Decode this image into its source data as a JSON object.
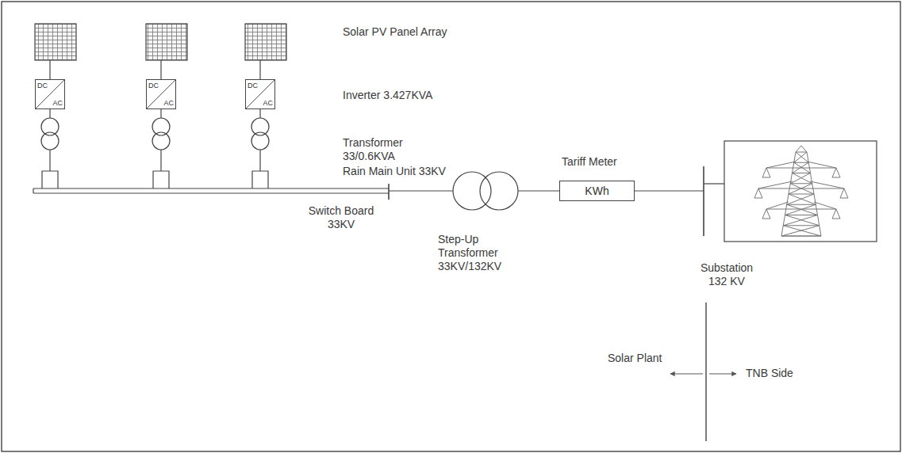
{
  "diagram": {
    "nodes": [
      {
        "text": [
          "DC",
          "AC"
        ]
      },
      {
        "text": [
          "DC",
          "AC"
        ]
      },
      {
        "text": [
          "DC",
          "AC"
        ]
      },
      {
        "text": [
          "KWh"
        ]
      }
    ],
    "labels": [
      "Solar PV Panel Array",
      "Inverter 3.427KVA",
      "Transformer 33/0.6KVA",
      "Rain Main Unit 33KV",
      "Switch Board 33KV",
      "Step-Up Transformer 33KV/132KV",
      "Tariff Meter",
      "Substation 132 KV",
      "Solar Plant",
      "TNB Side"
    ]
  }
}
